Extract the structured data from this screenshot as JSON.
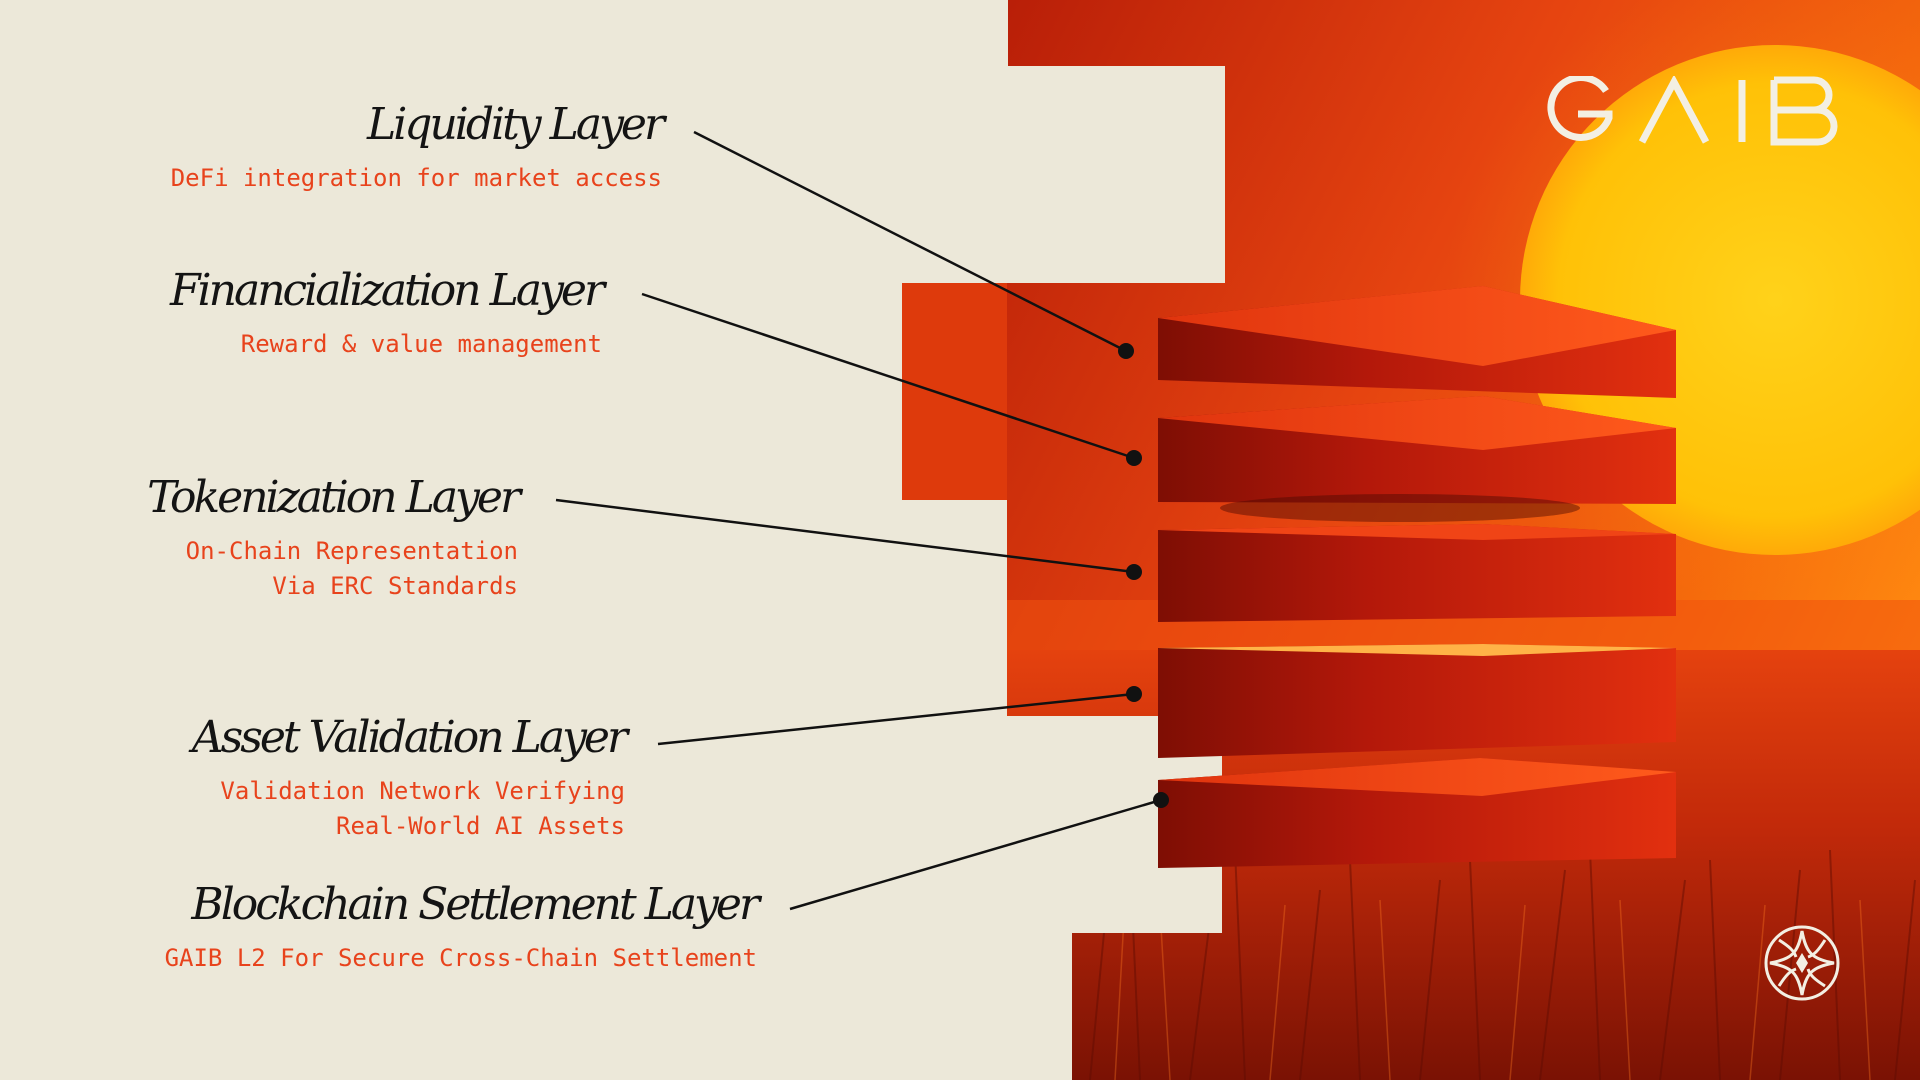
{
  "brand": {
    "name": "GAIB",
    "logo_icon": "gaib-wordmark",
    "emblem_icon": "gaib-star-emblem-icon"
  },
  "colors": {
    "background": "#ECE8D9",
    "title_text": "#141414",
    "description_text": "#E8431C",
    "connector": "#111111",
    "slab": "#D8240C",
    "sun": "#FFC107"
  },
  "layers": [
    {
      "title": "Liquidity Layer",
      "description": "DeFi integration for market access"
    },
    {
      "title": "Financialization Layer",
      "description": "Reward & value management"
    },
    {
      "title": "Tokenization Layer",
      "description": "On-Chain Representation\nVia ERC Standards"
    },
    {
      "title": "Asset Validation Layer",
      "description": "Validation Network Verifying\nReal-World AI Assets"
    },
    {
      "title": "Blockchain Settlement Layer",
      "description": "GAIB L2 For Secure Cross-Chain Settlement"
    }
  ]
}
